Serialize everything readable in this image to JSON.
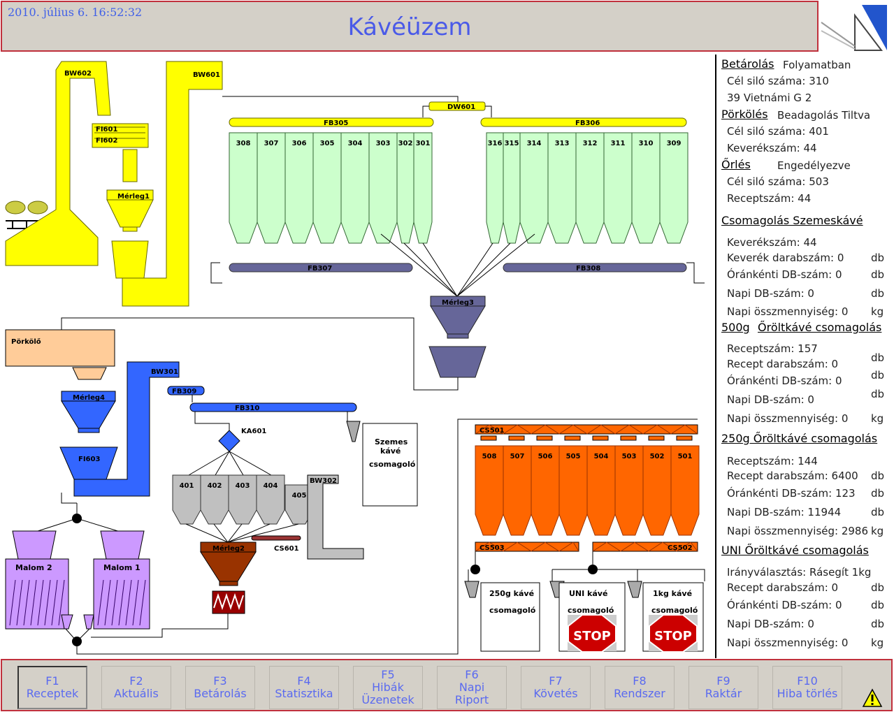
{
  "header": {
    "datetime": "2010. július 6. 16:52:32",
    "title": "Kávéüzem"
  },
  "diagram": {
    "labels": {
      "bw602": "BW602",
      "bw601": "BW601",
      "fi601": "FI601",
      "fi602": "FI602",
      "merleg1": "Mérleg1",
      "dw601": "DW601",
      "fb305": "FB305",
      "fb306": "FB306",
      "fb307": "FB307",
      "fb308": "FB308",
      "merleg3": "Mérleg3",
      "porkolo": "Pörkölő",
      "merleg4": "Mérleg4",
      "fi603": "FI603",
      "bw301": "BW301",
      "fb309": "FB309",
      "fb310": "FB310",
      "ka601": "KA601",
      "bw302": "BW302",
      "merleg2": "Mérleg2",
      "cs601": "CS601",
      "szemes1": "Szemes",
      "szemes2": "kávé",
      "szemes3": "csomagoló",
      "malom2": "Malom 2",
      "malom1": "Malom 1",
      "cs501": "CS501",
      "cs503": "CS503",
      "cs502": "CS502",
      "p250a": "250g kávé",
      "p250b": "csomagoló",
      "puni_a": "UNI kávé",
      "puni_b": "csomagoló",
      "p1kg_a": "1kg kávé",
      "p1kg_b": "csomagoló",
      "stop": "STOP"
    },
    "silos_left": [
      "308",
      "307",
      "306",
      "305",
      "304",
      "303",
      "302",
      "301"
    ],
    "silos_right": [
      "316",
      "315",
      "314",
      "313",
      "312",
      "311",
      "310",
      "309"
    ],
    "silos_400": [
      "401",
      "402",
      "403",
      "404",
      "405"
    ],
    "silos_500": [
      "508",
      "507",
      "506",
      "505",
      "504",
      "503",
      "502",
      "501"
    ],
    "colors": {
      "yellow": "#ffff00",
      "green": "#ccffcc",
      "blue": "#3366ff",
      "orange": "#ff6600",
      "gray": "#c0c0c0",
      "purple": "#cc99ff",
      "slate": "#666699",
      "peach": "#ffcc99",
      "brown": "#993300",
      "red": "#c0303c"
    }
  },
  "panel": {
    "betarolas": {
      "label": "Betárolás",
      "status": "Folyamatban",
      "line1": "Cél siló száma: 310",
      "line2": "39   Vietnámi G 2"
    },
    "porkoles": {
      "label": "Pörkölés",
      "status": "Beadagolás Tiltva",
      "line1": "Cél siló száma: 401",
      "line2": "Keverékszám: 44"
    },
    "orles": {
      "label": "Őrlés",
      "status": "Engedélyezve",
      "line1": "Cél siló száma: 503",
      "line2": "Receptszám: 44"
    },
    "szemes": {
      "label": "Csomagolás Szemeskávé",
      "l1": "Keverékszám: 44",
      "l2": "Keverék darabszám: 0",
      "l3": "Óránkénti DB-szám: 0",
      "l4": "Napi DB-szám: 0",
      "l5": "Napi összmennyiség: 0"
    },
    "g500": {
      "label1": "500g",
      "label2": "Őröltkávé csomagolás",
      "l1": "Receptszám: 157",
      "l2": "Recept darabszám: 0",
      "l3": "Óránkénti DB-szám: 0",
      "l4": "Napi DB-szám: 0",
      "l5": "Napi összmennyiség: 0"
    },
    "g250": {
      "label": "250g Őröltkávé csomagolás",
      "l1": "Receptszám: 144",
      "l2": "Recept darabszám: 6400",
      "l3": "Óránkénti DB-szám: 123",
      "l4": "Napi DB-szám: 11944",
      "l5": "Napi összmennyiség: 2986"
    },
    "uni": {
      "label": "UNI Őröltkávé csomagolás",
      "l1": "Irányválasztás: Rásegít 1kg",
      "l2": "Recept darabszám: 0",
      "l3": "Óránkénti DB-szám: 0",
      "l4": "Napi DB-szám: 0",
      "l5": "Napi összmennyiség: 0"
    },
    "units": {
      "db": "db",
      "kg": "kg"
    }
  },
  "footer": {
    "keys": [
      {
        "k": "F1",
        "l1": "Receptek",
        "l2": ""
      },
      {
        "k": "F2",
        "l1": "Aktuális",
        "l2": ""
      },
      {
        "k": "F3",
        "l1": "Betárolás",
        "l2": ""
      },
      {
        "k": "F4",
        "l1": "Statisztika",
        "l2": ""
      },
      {
        "k": "F5",
        "l1": "Hibák",
        "l2": "Üzenetek"
      },
      {
        "k": "F6",
        "l1": "Napi",
        "l2": "Riport"
      },
      {
        "k": "F7",
        "l1": "Követés",
        "l2": ""
      },
      {
        "k": "F8",
        "l1": "Rendszer",
        "l2": ""
      },
      {
        "k": "F9",
        "l1": "Raktár",
        "l2": ""
      },
      {
        "k": "F10",
        "l1": "Hiba törlés",
        "l2": ""
      }
    ],
    "warning_icon": "warning-icon"
  }
}
